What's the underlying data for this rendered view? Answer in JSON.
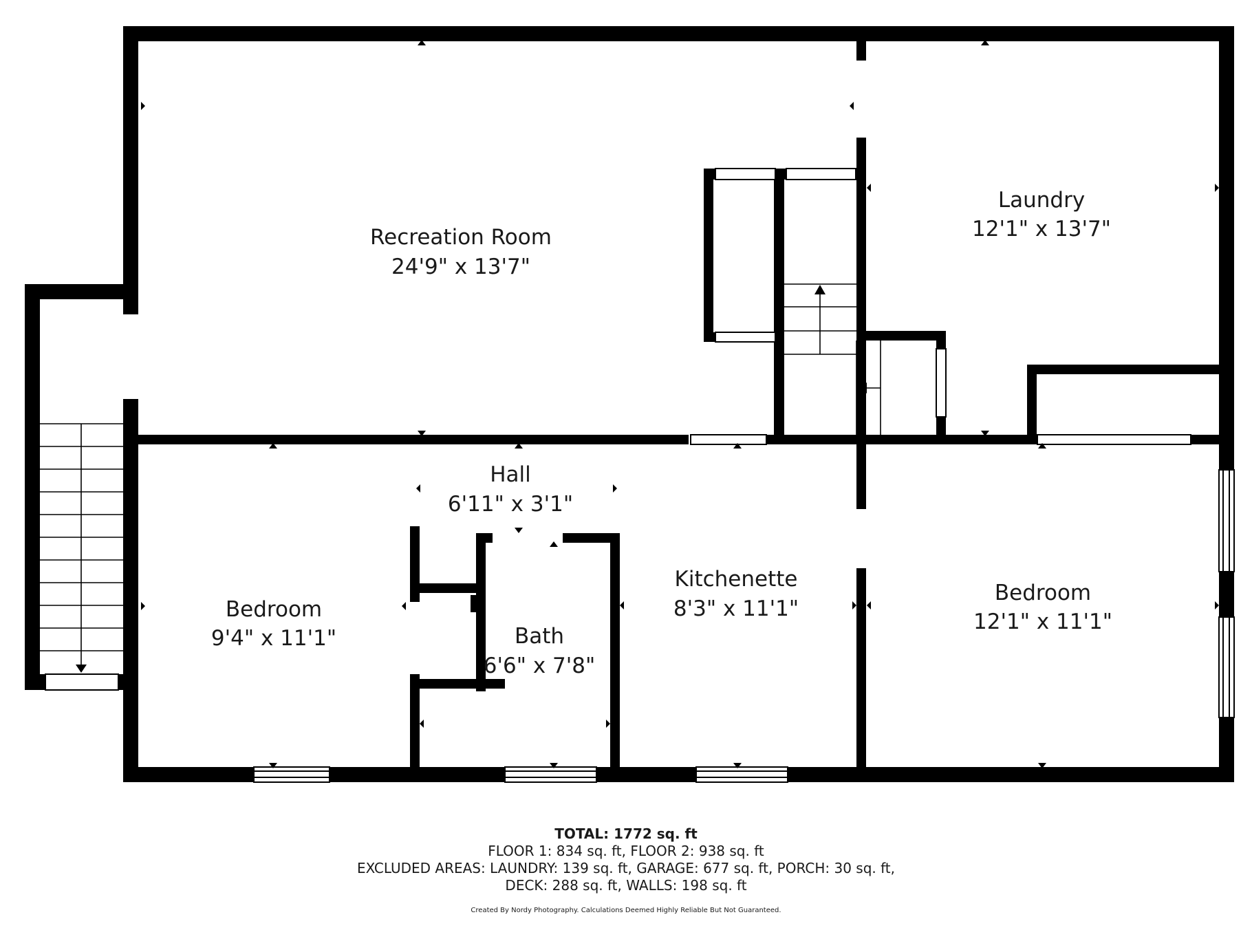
{
  "rooms": {
    "recreation": {
      "name": "Recreation Room",
      "dims": "24'9\" x 13'7\""
    },
    "laundry": {
      "name": "Laundry",
      "dims": "12'1\" x 13'7\""
    },
    "hall": {
      "name": "Hall",
      "dims": "6'11\" x 3'1\""
    },
    "bedroom_left": {
      "name": "Bedroom",
      "dims": "9'4\" x 11'1\""
    },
    "bath": {
      "name": "Bath",
      "dims": "6'6\" x 7'8\""
    },
    "kitchenette": {
      "name": "Kitchenette",
      "dims": "8'3\" x 11'1\""
    },
    "bedroom_right": {
      "name": "Bedroom",
      "dims": "12'1\" x 11'1\""
    }
  },
  "summary": {
    "total_label": "TOTAL:",
    "total_value": "1772 sq. ft",
    "floors": "FLOOR 1: 834 sq. ft, FLOOR 2: 938 sq. ft",
    "excluded_line1": "EXCLUDED AREAS: LAUNDRY: 139 sq. ft, GARAGE: 677 sq. ft, PORCH: 30 sq. ft,",
    "excluded_line2": "DECK: 288 sq. ft, WALLS: 198 sq. ft",
    "credit": "Created By Nordy Photography. Calculations Deemed Highly Reliable But Not Guaranteed."
  },
  "colors": {
    "wall": "#000000",
    "background": "#ffffff"
  }
}
